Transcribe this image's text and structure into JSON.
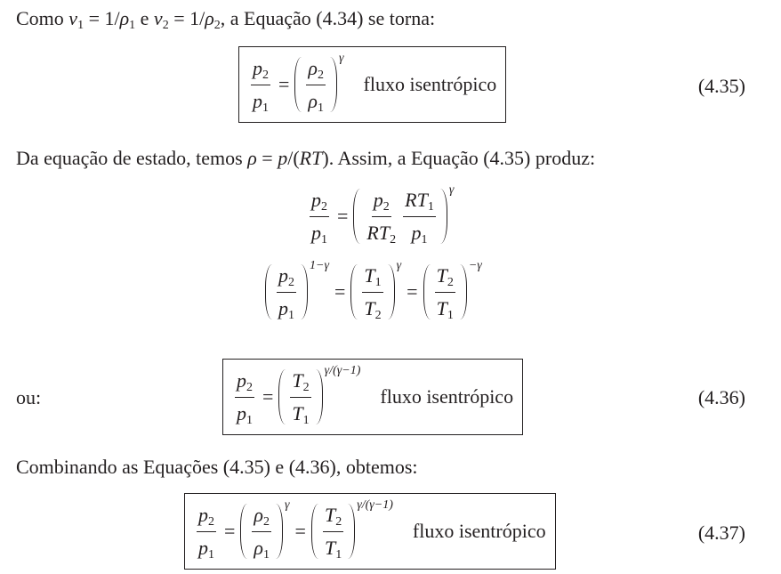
{
  "sym": {
    "p": "p",
    "rho": "ρ",
    "T": "T",
    "R": "R",
    "v": "v",
    "eq": "=",
    "s1": "1",
    "s2": "2"
  },
  "exp": {
    "gamma": "γ",
    "one_minus_gamma": "1−γ",
    "minus_gamma": "−γ",
    "gamma_ratio": "γ/(γ−1)"
  },
  "p1": {
    "a": "Como ",
    "b": " = 1/",
    "c": " e ",
    "d": ", a Equação (4.34) se torna:"
  },
  "p2": {
    "a": "Da equação de estado, temos ",
    "b": " = ",
    "c": "/(",
    "d": "). Assim, a Equação (4.35) produz:"
  },
  "p3": {
    "ou": "ou:"
  },
  "p4": {
    "text": "Combinando as Equações (4.35) e (4.36), obtemos:"
  },
  "label": "fluxo isentrópico",
  "eqnums": {
    "e435": "(4.35)",
    "e436": "(4.36)",
    "e437": "(4.37)"
  }
}
